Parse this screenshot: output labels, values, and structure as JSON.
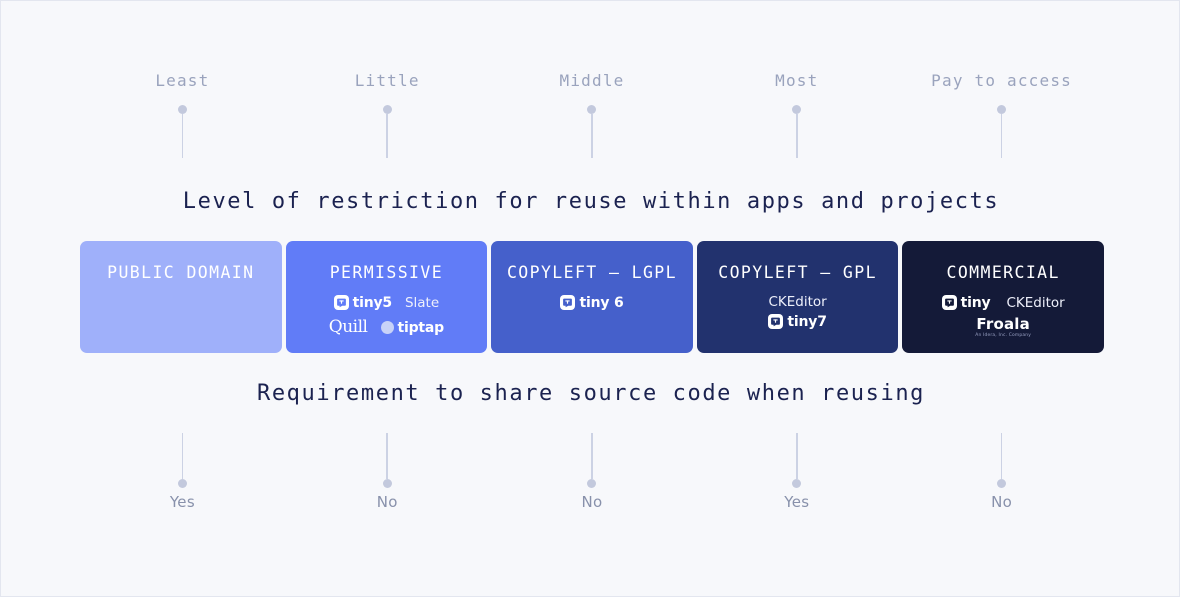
{
  "scale": {
    "top_axis_label": "Level of restriction for reuse within apps and projects",
    "bottom_axis_label": "Requirement to share source code when reusing",
    "top_marks": [
      {
        "label": "Least"
      },
      {
        "label": "Little"
      },
      {
        "label": "Middle"
      },
      {
        "label": "Most"
      },
      {
        "label": "Pay to access"
      }
    ],
    "bottom_marks": [
      {
        "label": "Yes"
      },
      {
        "label": "No"
      },
      {
        "label": "No"
      },
      {
        "label": "Yes"
      },
      {
        "label": "No"
      }
    ]
  },
  "cards": [
    {
      "title": "PUBLIC DOMAIN",
      "bg": "#9fb0fa",
      "rows": []
    },
    {
      "title": "PERMISSIVE",
      "bg": "#617cf7",
      "rows": [
        [
          {
            "kind": "tiny",
            "name": "tiny5",
            "mark_color": "#617cf7"
          },
          {
            "kind": "plain",
            "name": "Slate"
          }
        ],
        [
          {
            "kind": "quill",
            "name": "Quill"
          },
          {
            "kind": "tiptap",
            "name": "tiptap"
          }
        ]
      ]
    },
    {
      "title": "COPYLEFT — LGPL",
      "bg": "#4560cb",
      "rows": [
        [
          {
            "kind": "tiny",
            "name": "tiny 6",
            "mark_color": "#4560cb"
          }
        ]
      ]
    },
    {
      "title": "COPYLEFT — GPL",
      "bg": "#22326e",
      "rows": [
        [
          {
            "kind": "plain",
            "name": "CKEditor"
          }
        ],
        [
          {
            "kind": "tiny",
            "name": "tiny7",
            "mark_color": "#22326e"
          }
        ]
      ]
    },
    {
      "title": "COMMERCIAL",
      "bg": "#141a38",
      "rows": [
        [
          {
            "kind": "tiny",
            "name": "tiny",
            "mark_color": "#141a38"
          },
          {
            "kind": "plain",
            "name": "CKEditor"
          }
        ],
        [
          {
            "kind": "froala",
            "name": "Froala",
            "sub": "An Idera, Inc. Company"
          }
        ]
      ]
    }
  ],
  "colors": {
    "page_bg": "#f7f8fb",
    "heading": "#1b2250",
    "pin": "#c3c9dd",
    "pin_label_top": "#9aa3bd",
    "pin_label_bottom": "#8891ab"
  }
}
